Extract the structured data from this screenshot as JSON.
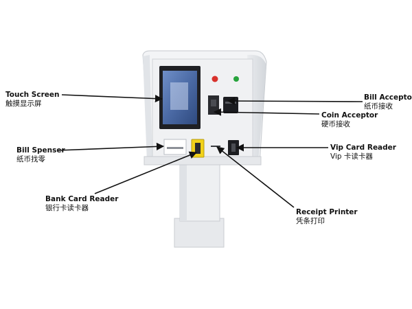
{
  "callouts": {
    "touch_screen": {
      "en": "Touch Screen",
      "zh": "触摸显示屏"
    },
    "bill_spenser": {
      "en": "Bill Spenser",
      "zh": "纸币找零"
    },
    "bank_card_reader": {
      "en": "Bank Card Reader",
      "zh": "银行卡读卡器"
    },
    "bill_acceptor": {
      "en": "Bill Acceptor",
      "zh": "纸币接收"
    },
    "coin_acceptor": {
      "en": "Coin Acceptor",
      "zh": "硬币接收"
    },
    "vip_card_reader": {
      "en": "Vip Card Reader",
      "zh": "Vip 卡读卡器"
    },
    "receipt_printer": {
      "en": "Receipt Printer",
      "zh": "凭条打印"
    }
  },
  "colors": {
    "kiosk_body": "#eef0f2",
    "kiosk_shade": "#d6d9dd",
    "screen_frame": "#1f2024",
    "screen_glass": "#4f6ea8",
    "button_red": "#d8322c",
    "button_green": "#27a33c",
    "card_slot_yellow": "#f2d21a",
    "arrow": "#111111"
  }
}
